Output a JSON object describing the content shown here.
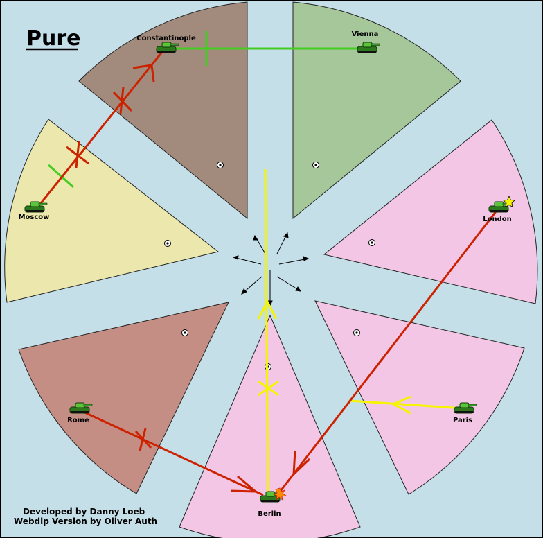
{
  "title": "Pure",
  "credits": {
    "line1": "Developed by Danny Loeb",
    "line2": "Webdip Version by Oliver Auth"
  },
  "colors": {
    "sea": "#c5dfe8",
    "constantinople": "#a28a7c",
    "vienna": "#a6c79a",
    "moscow": "#ece8ad",
    "london": "#f2c6e4",
    "paris": "#f2c6e4",
    "berlin": "#f2c6e4",
    "rome": "#c58e84",
    "order_red": "#cc2200",
    "order_yellow": "#f5f500",
    "order_green": "#44cc22",
    "order_black": "#000000"
  },
  "territories": [
    {
      "id": "constantinople",
      "name": "Constantinople",
      "unit": "army-tank-icon"
    },
    {
      "id": "vienna",
      "name": "Vienna",
      "unit": "army-tank-icon"
    },
    {
      "id": "moscow",
      "name": "Moscow",
      "unit": "army-tank-icon"
    },
    {
      "id": "london",
      "name": "London",
      "unit": "army-tank-icon",
      "marker": "star-icon"
    },
    {
      "id": "paris",
      "name": "Paris",
      "unit": "army-tank-icon"
    },
    {
      "id": "berlin",
      "name": "Berlin",
      "unit": "army-tank-icon",
      "marker": "explosion-icon"
    },
    {
      "id": "rome",
      "name": "Rome",
      "unit": "army-tank-icon"
    }
  ],
  "supply_center_icon": "supply-center-icon",
  "orders": [
    {
      "from": "Moscow",
      "to": "Constantinople",
      "type": "move",
      "status": "failed",
      "color": "red"
    },
    {
      "from": "Rome",
      "to": "Berlin",
      "type": "move",
      "status": "failed",
      "color": "red"
    },
    {
      "from": "London",
      "to": "Berlin",
      "type": "move",
      "status": "succeeded",
      "color": "red"
    },
    {
      "from": "Berlin",
      "to": "center",
      "type": "support",
      "status": "failed",
      "color": "yellow"
    },
    {
      "from": "Paris",
      "to": "Berlin",
      "type": "support",
      "color": "yellow"
    },
    {
      "from": "Vienna",
      "to": "Constantinople",
      "type": "support",
      "color": "green"
    },
    {
      "from": "Constantinople",
      "to": "Moscow",
      "type": "support",
      "color": "green"
    }
  ]
}
